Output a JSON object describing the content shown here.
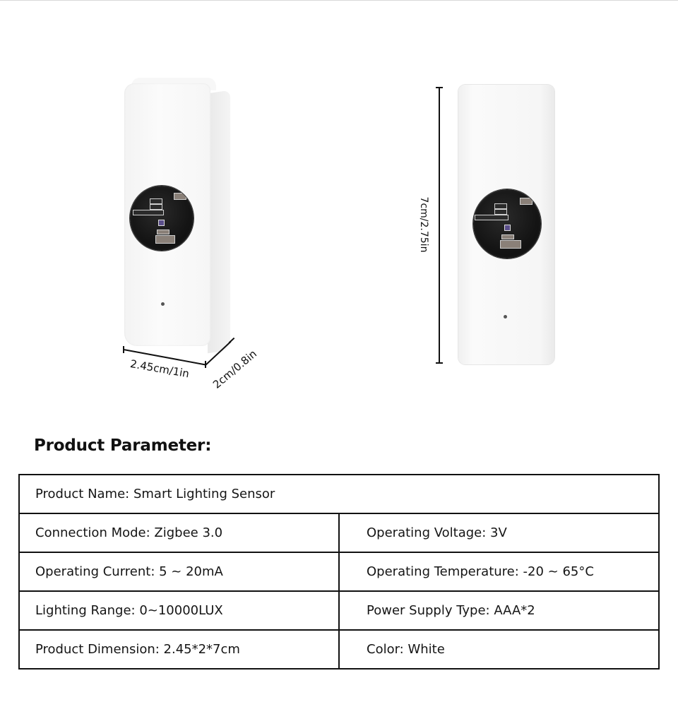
{
  "product_images": {
    "angled_view": {
      "width_label": "2.45cm/1in",
      "depth_label": "2cm/0.8in"
    },
    "front_view": {
      "height_label": "7cm/2.75in"
    },
    "device_color": "#f6f6f6",
    "sensor_color": "#141414"
  },
  "parameters": {
    "title": "Product Parameter:",
    "rows": [
      {
        "left": "Product Name: Smart Lighting Sensor"
      },
      {
        "left": "Connection Mode: Zigbee 3.0",
        "right": "Operating Voltage: 3V"
      },
      {
        "left": "Operating Current: 5 ~ 20mA",
        "right": "Operating Temperature: -20 ~ 65°C"
      },
      {
        "left": "Lighting Range: 0~10000LUX",
        "right": "Power Supply Type: AAA*2"
      },
      {
        "left": "Product Dimension: 2.45*2*7cm",
        "right": "Color: White"
      }
    ]
  }
}
